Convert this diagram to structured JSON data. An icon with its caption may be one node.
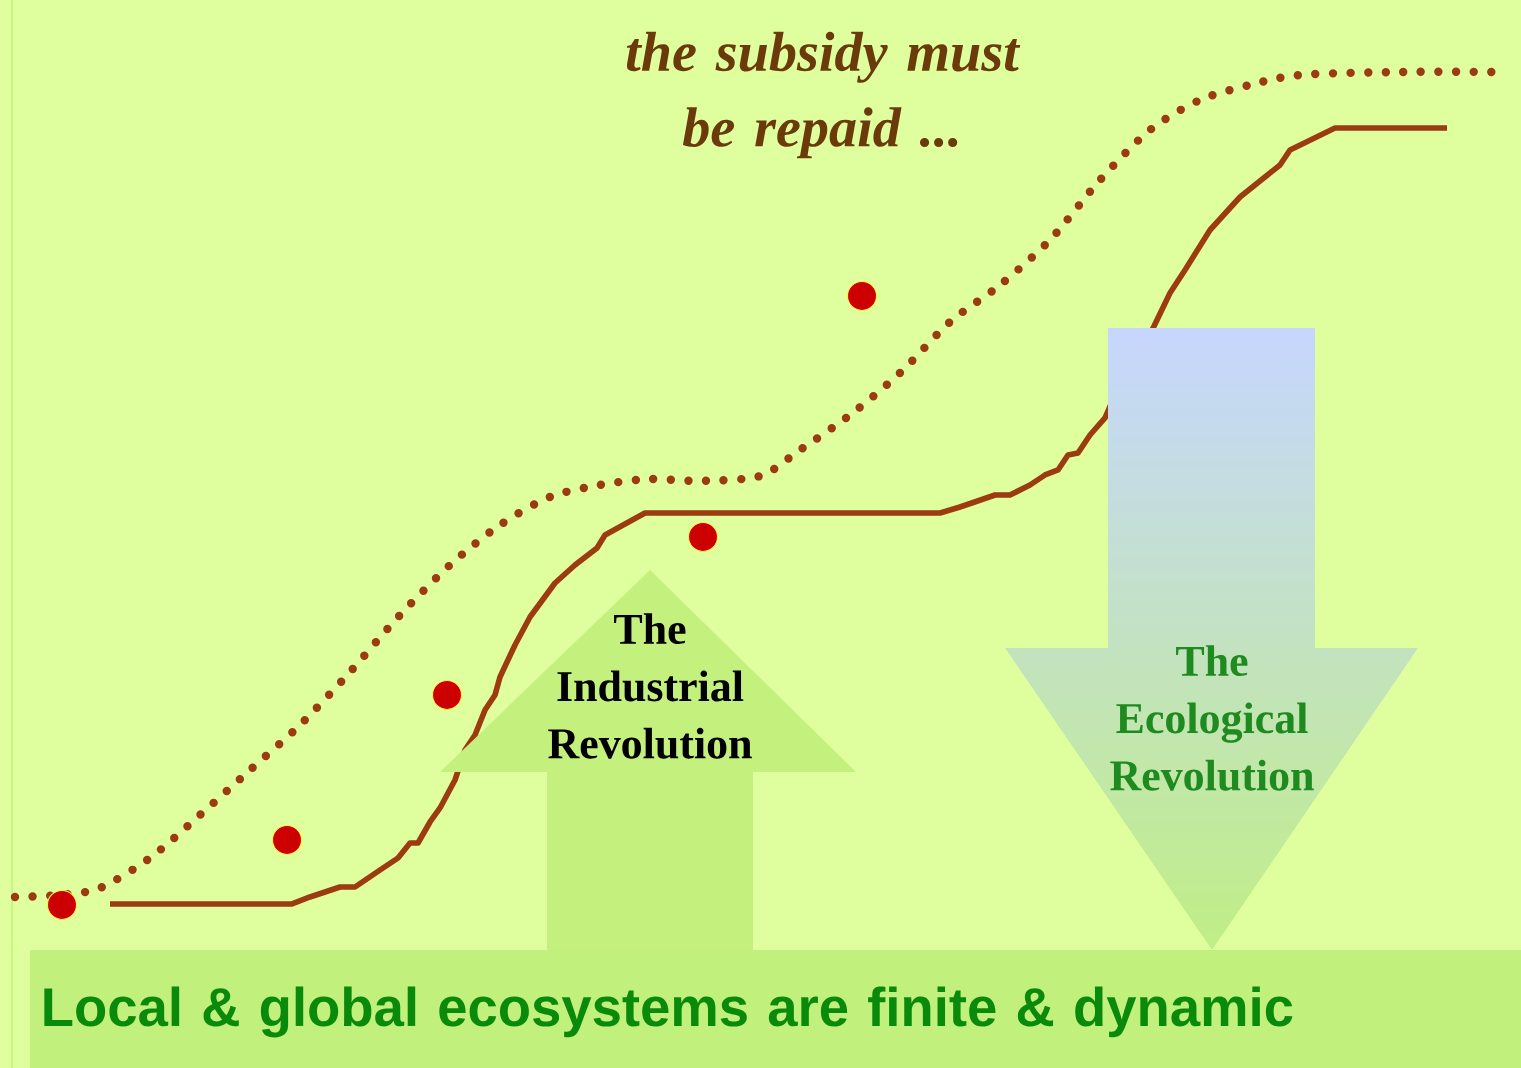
{
  "diagram": {
    "title": "the subsidy must be repaid ...",
    "nodes": [
      {
        "text": [
          "Local & global ecosystems are finite & dynamic"
        ]
      },
      {
        "text": [
          "The Industrial Revolution"
        ]
      },
      {
        "text": [
          "The Ecological Revolution"
        ]
      }
    ]
  }
}
